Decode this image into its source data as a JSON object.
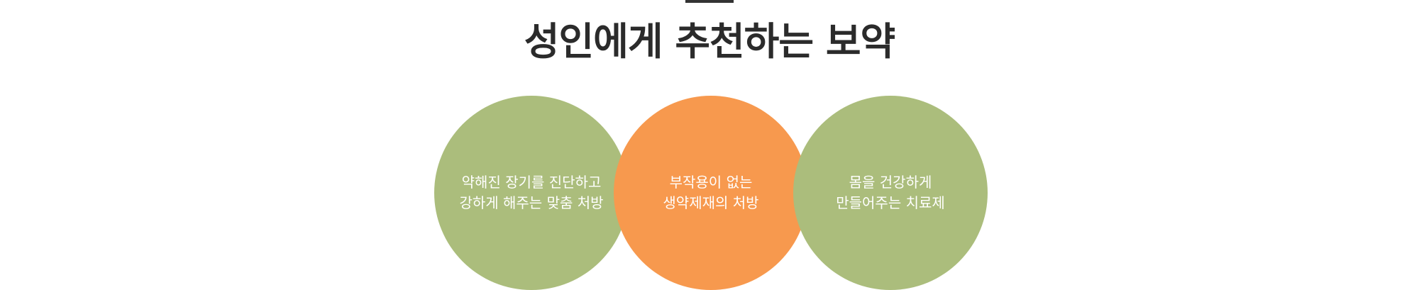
{
  "section": {
    "title": "성인에게 추천하는 보약"
  },
  "circles": [
    {
      "line1": "약해진 장기를 진단하고",
      "line2": "강하게 해주는 맞춤 처방",
      "color": "#abbd7c"
    },
    {
      "line1": "부작용이 없는",
      "line2": "생약제재의 처방",
      "color": "#f7994e"
    },
    {
      "line1": "몸을 건강하게",
      "line2": "만들어주는 치료제",
      "color": "#abbd7c"
    }
  ],
  "colors": {
    "title": "#2b2b2b",
    "rule": "#333333",
    "circle_text": "#ffffff",
    "background": "#ffffff"
  }
}
